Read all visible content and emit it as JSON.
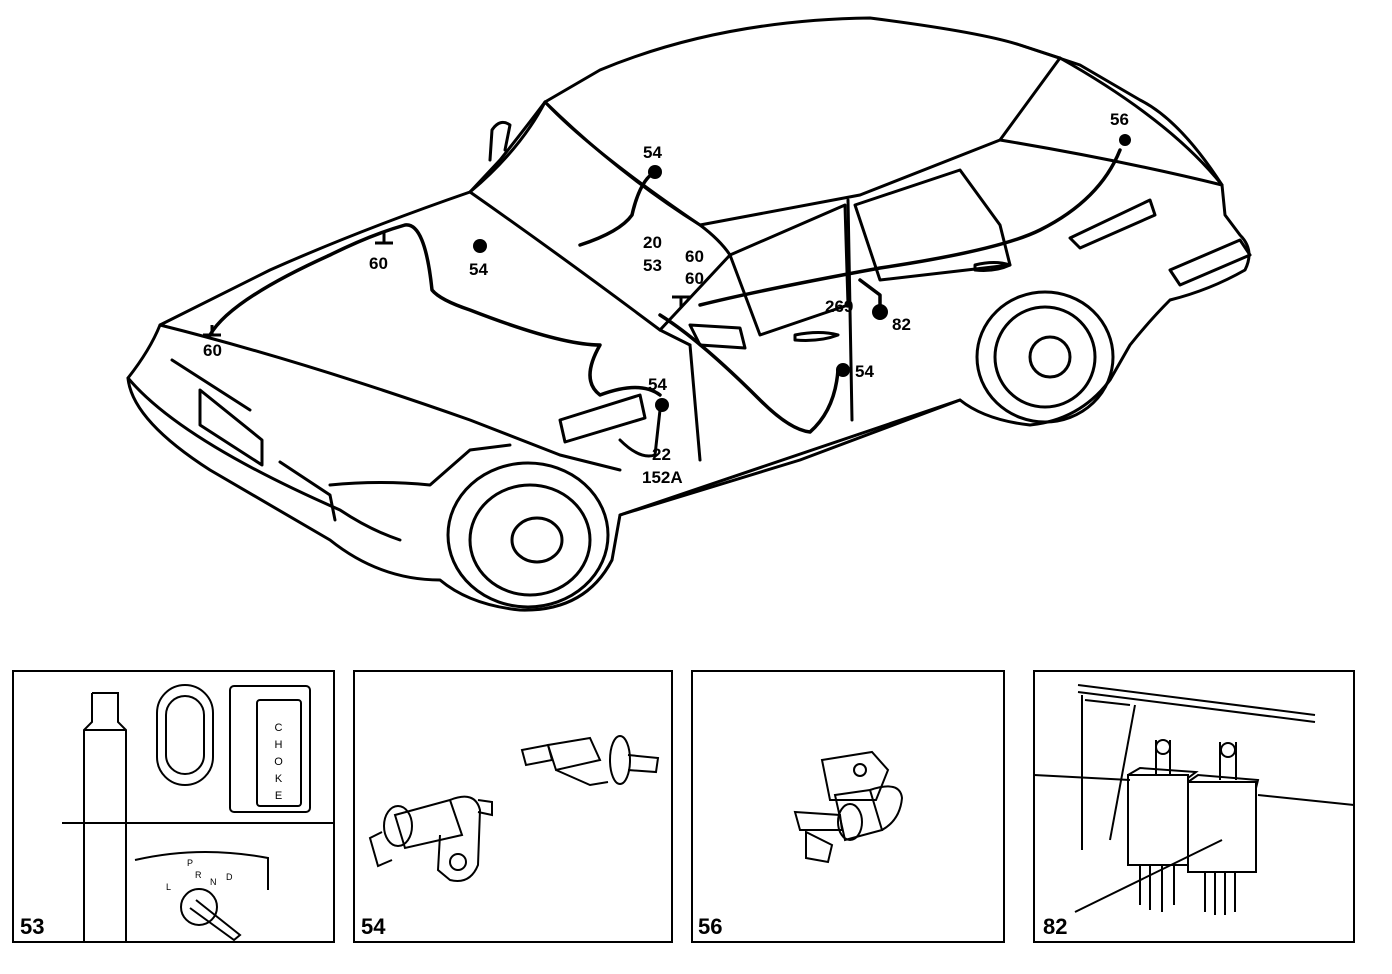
{
  "callouts": {
    "c1": "54",
    "c2": "56",
    "c3": "60",
    "c4": "54",
    "c5": "20",
    "c6": "53",
    "c7": "60",
    "c8": "60",
    "c9": "60",
    "c10": "269",
    "c11": "82",
    "c12": "54",
    "c13": "54",
    "c14": "22",
    "c15": "152A"
  },
  "panels": [
    {
      "number": "53",
      "choke_text": [
        "C",
        "H",
        "O",
        "K",
        "E"
      ],
      "gear_letters": [
        "P",
        "R",
        "N",
        "D",
        "L"
      ]
    },
    {
      "number": "54"
    },
    {
      "number": "56"
    },
    {
      "number": "82"
    }
  ]
}
